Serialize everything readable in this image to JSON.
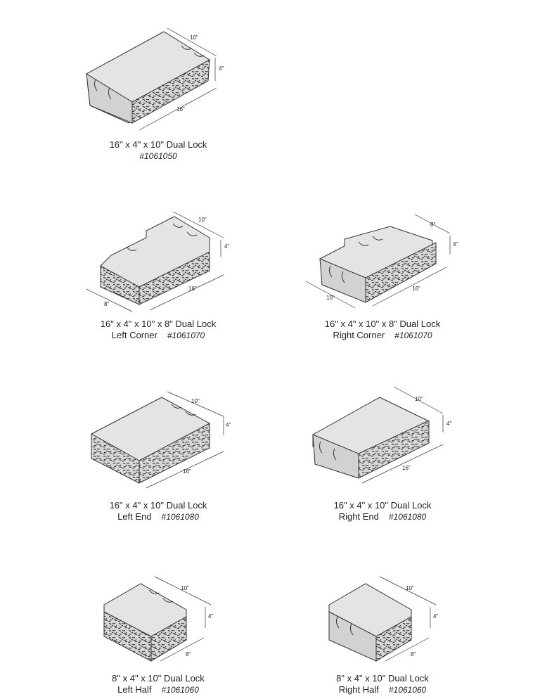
{
  "products": [
    {
      "id": "p1",
      "title": "16\" x 4\" x 10\" Dual Lock",
      "subtitle": "",
      "number": "#1061050",
      "dims": {
        "width": "10\"",
        "height": "4\"",
        "length": "16\""
      }
    },
    {
      "id": "p2",
      "title": "16\" x 4\" x 10\" x 8\" Dual Lock",
      "subtitle": "Left Corner",
      "number": "#1061070",
      "dims": {
        "width": "10\"",
        "height": "4\"",
        "length": "16\"",
        "end": "8\""
      }
    },
    {
      "id": "p3",
      "title": "16\" x 4\" x 10\" x 8\" Dual Lock",
      "subtitle": "Right Corner",
      "number": "#1061070",
      "dims": {
        "width": "8\"",
        "height": "4\"",
        "length": "16\"",
        "end": "10\""
      }
    },
    {
      "id": "p4",
      "title": "16\" x 4\" x 10\" Dual Lock",
      "subtitle": "Left End",
      "number": "#1061080",
      "dims": {
        "width": "10\"",
        "height": "4\"",
        "length": "16\""
      }
    },
    {
      "id": "p5",
      "title": "16\" x 4\" x 10\" Dual Lock",
      "subtitle": "Right End",
      "number": "#1061080",
      "dims": {
        "width": "10\"",
        "height": "4\"",
        "length": "16\""
      }
    },
    {
      "id": "p6",
      "title": "8\" x 4\" x 10\" Dual Lock",
      "subtitle": "Left Half",
      "number": "#1061060",
      "dims": {
        "width": "10\"",
        "height": "4\"",
        "length": "8\""
      }
    },
    {
      "id": "p7",
      "title": "8\" x 4\" x 10\" Dual Lock",
      "subtitle": "Right Half",
      "number": "#1061060",
      "dims": {
        "width": "10\"",
        "height": "4\"",
        "length": "8\""
      }
    }
  ],
  "colors": {
    "top": "#e4e4e4",
    "side": "#d2d2d2",
    "face": "#cfcfcf",
    "texture": "#2a2a2a",
    "line": "#333333"
  }
}
